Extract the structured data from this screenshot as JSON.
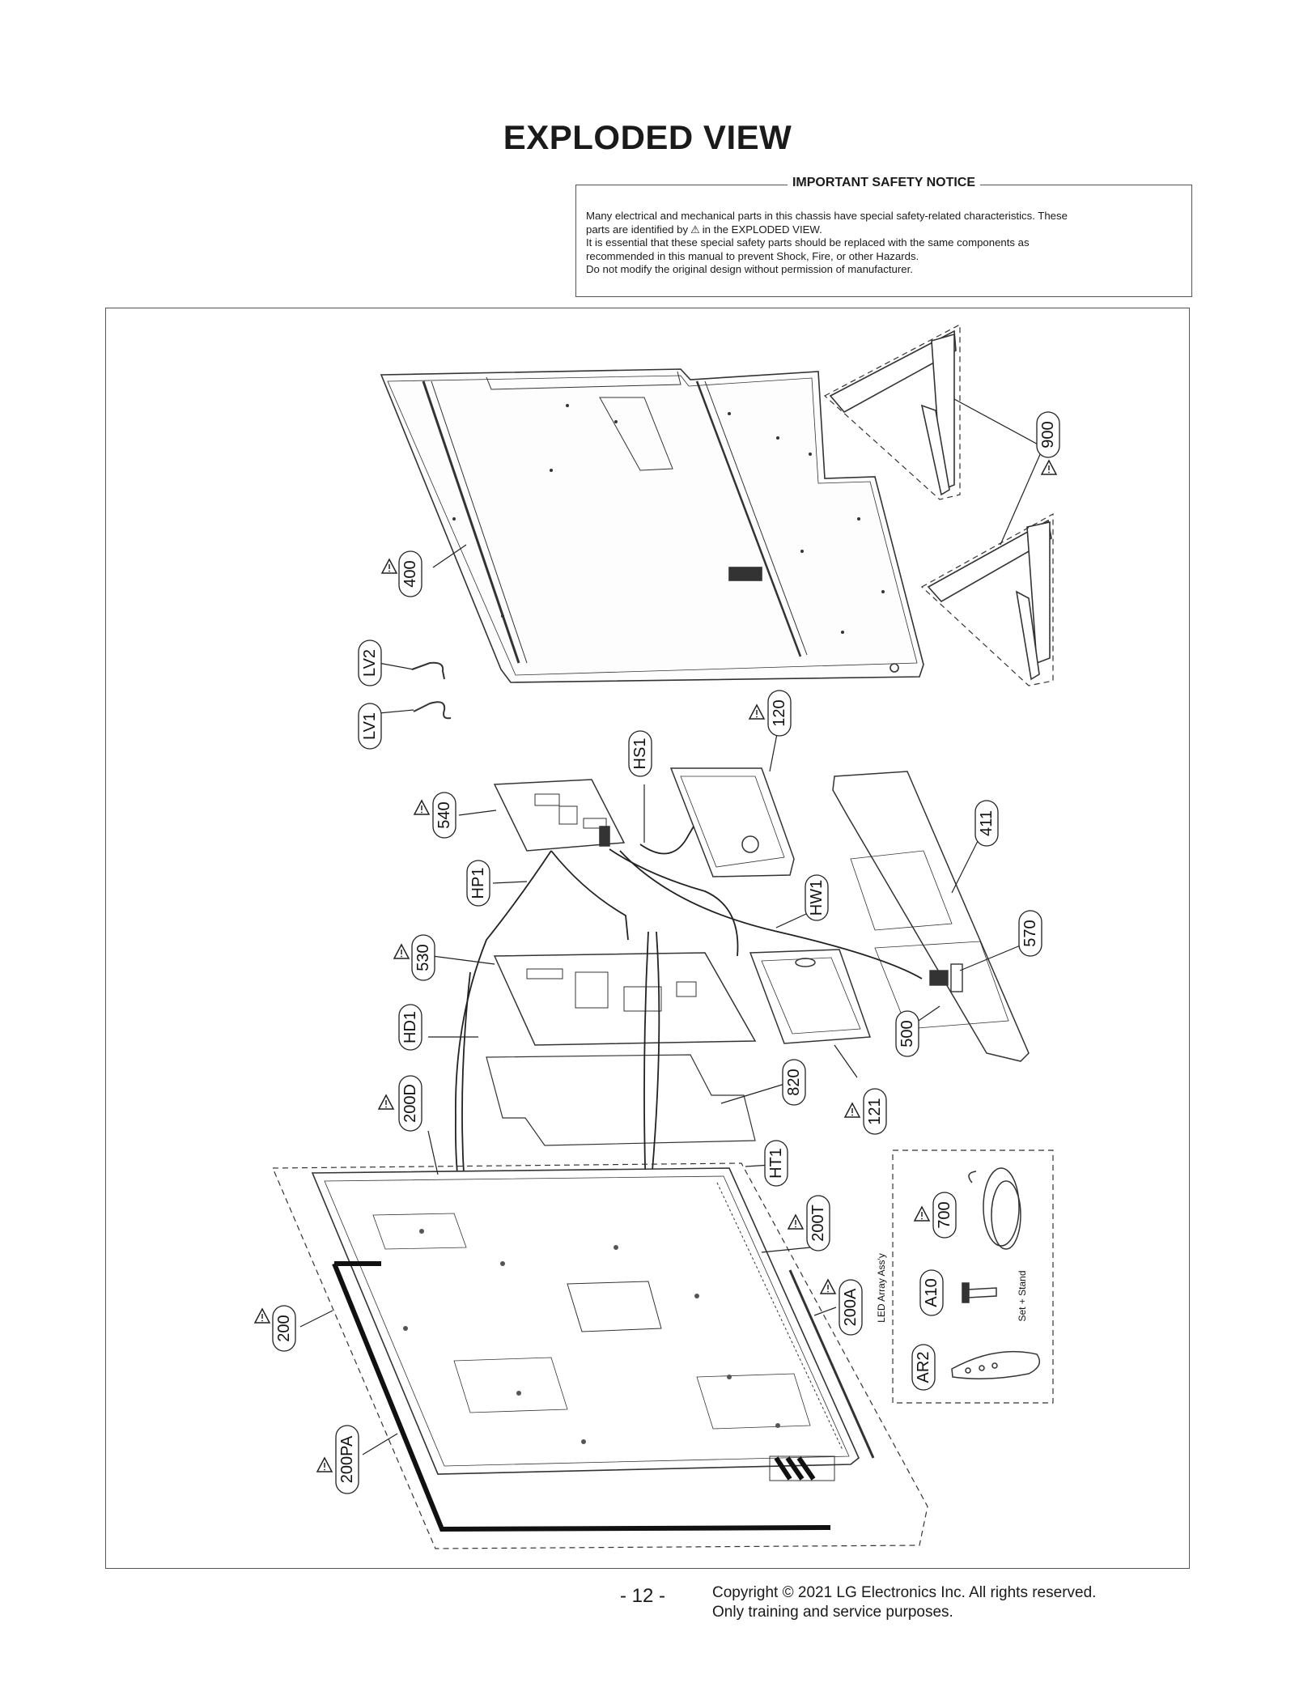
{
  "page_title": "EXPLODED VIEW",
  "notice": {
    "title": "IMPORTANT SAFETY NOTICE",
    "line1": "Many electrical and mechanical parts in this chassis have special safety-related characteristics. These",
    "line2_pre": "parts are identified by",
    "line2_post": "in the EXPLODED VIEW.",
    "line3": "It is essential that these special safety parts should be replaced with the same components as",
    "line4": "recommended in this manual to prevent Shock, Fire, or other Hazards.",
    "line5": "Do not modify the original design without permission of manufacturer.",
    "symbol": "⚠"
  },
  "parts": {
    "p900": "900",
    "p400": "400",
    "lv2": "LV2",
    "lv1": "LV1",
    "p120": "120",
    "hs1": "HS1",
    "p540": "540",
    "p411": "411",
    "hp1": "HP1",
    "hw1": "HW1",
    "p570": "570",
    "p530": "530",
    "p500": "500",
    "hd1": "HD1",
    "p820": "820",
    "p121": "121",
    "p200d": "200D",
    "ht1": "HT1",
    "p200t": "200T",
    "p200a": "200A",
    "p200": "200",
    "p200pa": "200PA",
    "p700": "700",
    "a10": "A10",
    "ar2": "AR2"
  },
  "labels": {
    "led_array": "LED Array Ass'y",
    "set_stand": "Set + Stand"
  },
  "footer": {
    "page": "- 12 -",
    "copyright": "Copyright © 2021 LG Electronics Inc. All rights reserved.",
    "purpose": "Only training and service purposes."
  }
}
